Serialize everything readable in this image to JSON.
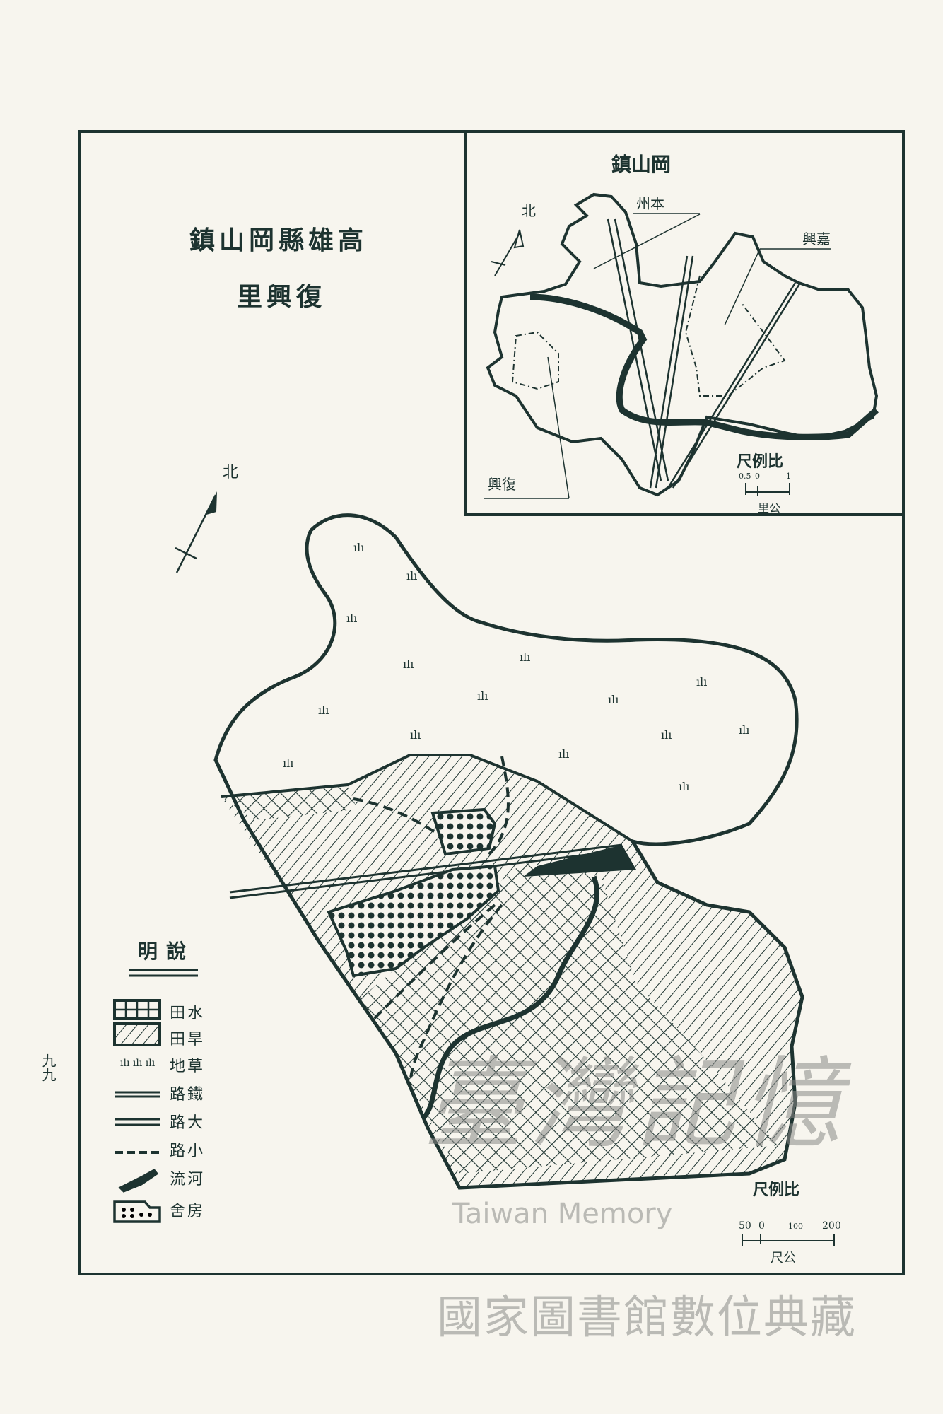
{
  "page_number": "九九",
  "main_map": {
    "title_line1": "鎮山岡縣雄高",
    "title_line2": "里興復",
    "north_label": "北",
    "scale": {
      "title": "尺例比",
      "ticks": [
        "50",
        "0",
        "100",
        "200"
      ],
      "unit": "尺公"
    }
  },
  "legend": {
    "title": "明說",
    "items": [
      {
        "icon": "paddy-field-swatch",
        "label": "田水"
      },
      {
        "icon": "dry-field-swatch",
        "label": "田旱"
      },
      {
        "icon": "grassland-symbol",
        "label": "地草"
      },
      {
        "icon": "railway-line",
        "label": "路鐵"
      },
      {
        "icon": "main-road-line",
        "label": "路大"
      },
      {
        "icon": "path-dashed-line",
        "label": "路小"
      },
      {
        "icon": "river-symbol",
        "label": "流河"
      },
      {
        "icon": "house-symbol",
        "label": "舍房"
      }
    ]
  },
  "inset_map": {
    "title": "鎮山岡",
    "north_label": "北",
    "labels": {
      "benzhou": "州本",
      "jiaxing": "興嘉",
      "fuxing": "興復"
    },
    "scale": {
      "title": "尺例比",
      "ticks": [
        "0.5",
        "0",
        "1"
      ],
      "unit": "里公"
    }
  },
  "watermark": {
    "calligraphy": "臺灣記憶",
    "english": "Taiwan Memory",
    "institution": "國家圖書館數位典藏"
  },
  "colors": {
    "ink": "#1d3330",
    "paper": "#f7f5ee",
    "watermark": "#8a8a88"
  }
}
